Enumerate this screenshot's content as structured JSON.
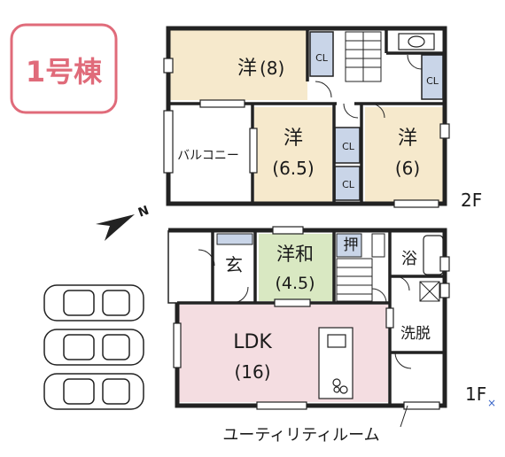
{
  "building_badge": "1号棟",
  "floors": {
    "upper_label": "2F",
    "lower_label": "1F"
  },
  "rooms_2f": {
    "western_8_name": "洋",
    "western_8_size": "(8)",
    "balcony": "バルコニー",
    "western_65_name": "洋",
    "western_65_size": "(6.5)",
    "western_6_name": "洋",
    "western_6_size": "(6)"
  },
  "rooms_1f": {
    "entrance": "玄",
    "japanese_western_name": "洋和",
    "japanese_western_size": "(4.5)",
    "storage": "押",
    "bath": "浴",
    "washroom": "洗脱",
    "ldk_name": "LDK",
    "ldk_size": "(16)",
    "utility_room": "ユーティリティルーム"
  },
  "closet_label": "CL",
  "compass_letter": "N",
  "colors": {
    "badge_border": "#e06b7a",
    "badge_text": "#e06b7a",
    "tan_room": "#f6e9cc",
    "green_room": "#d9e8c2",
    "pink_room": "#f4dde1",
    "closet": "#c9d5e8",
    "wall": "#222222",
    "accent_x": "#3a66c8"
  }
}
